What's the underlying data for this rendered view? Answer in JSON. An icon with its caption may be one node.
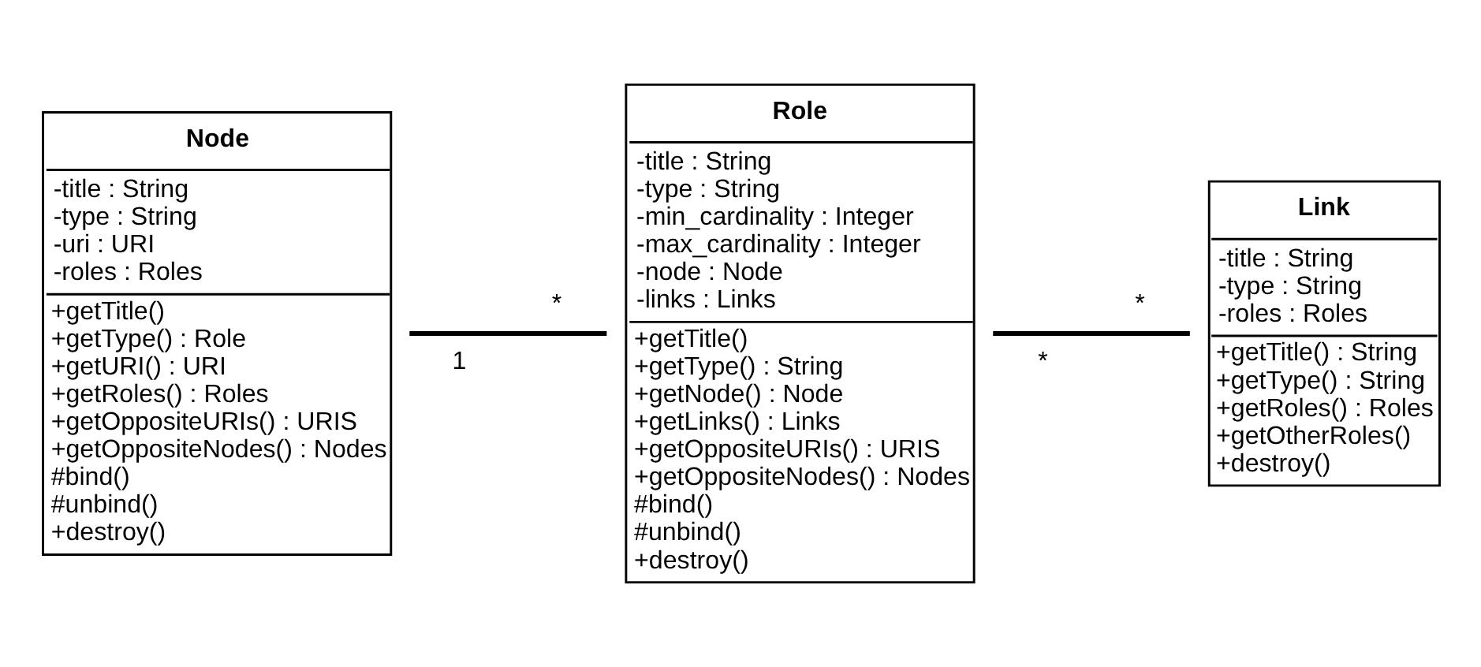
{
  "diagram": {
    "nodes": [
      {
        "text": [
          "Node",
          "-title : String",
          "-type : String",
          "-uri : URI",
          "-roles : Roles",
          "+getTitle()",
          "+getType() : Role",
          "+getURI() : URI",
          "+getRoles() : Roles",
          "+getOppositeURIs() : URIS",
          "+getOppositeNodes() : Nodes",
          "#bind()",
          "#unbind()",
          "+destroy()"
        ]
      },
      {
        "text": [
          "Role",
          "-title : String",
          "-type : String",
          "-min_cardinality : Integer",
          "-max_cardinality : Integer",
          "-node : Node",
          "-links : Links",
          "+getTitle()",
          "+getType() : String",
          "+getNode() : Node",
          "+getLinks() : Links",
          "+getOppositeURIs() : URIS",
          "+getOppositeNodes() : Nodes",
          "#bind()",
          "#unbind()",
          "+destroy()"
        ]
      },
      {
        "text": [
          "Link",
          "-title : String",
          "-type : String",
          "-roles : Roles",
          "+getTitle() : String",
          "+getType() : String",
          "+getRoles() : Roles",
          "+getOtherRoles()",
          "+destroy()"
        ]
      }
    ],
    "edges": [
      {
        "from": 0,
        "to": 1,
        "arrow": "none"
      },
      {
        "from": 1,
        "to": 2,
        "arrow": "none"
      }
    ],
    "labels": [
      "1",
      "*",
      "*",
      "*"
    ]
  }
}
